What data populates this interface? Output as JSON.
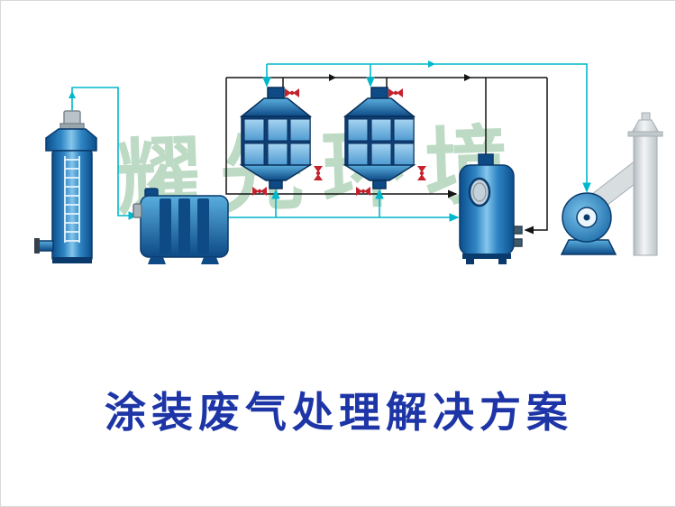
{
  "watermark": {
    "text": "耀先环境",
    "color": "#b2d4ba"
  },
  "title": {
    "text": "涂装废气处理解决方案",
    "color": "#1d35a6"
  },
  "diagram": {
    "type": "process-flow-diagram",
    "equipment": [
      {
        "id": "spray-tower-icon"
      },
      {
        "id": "prefilter-box-icon"
      },
      {
        "id": "activated-carbon-adsorber-icon",
        "count": 2
      },
      {
        "id": "catalytic-combustion-tank-icon"
      },
      {
        "id": "exhaust-fan-icon"
      },
      {
        "id": "chimney-stack-icon"
      }
    ],
    "colors": {
      "pipe_cyan": "#00b8cc",
      "pipe_black": "#141414",
      "equipment_blue_dark": "#0b4e8c",
      "equipment_blue_light": "#85c6ec",
      "valve_red": "#c4232e",
      "stack_gray": "#d8dde0"
    }
  }
}
